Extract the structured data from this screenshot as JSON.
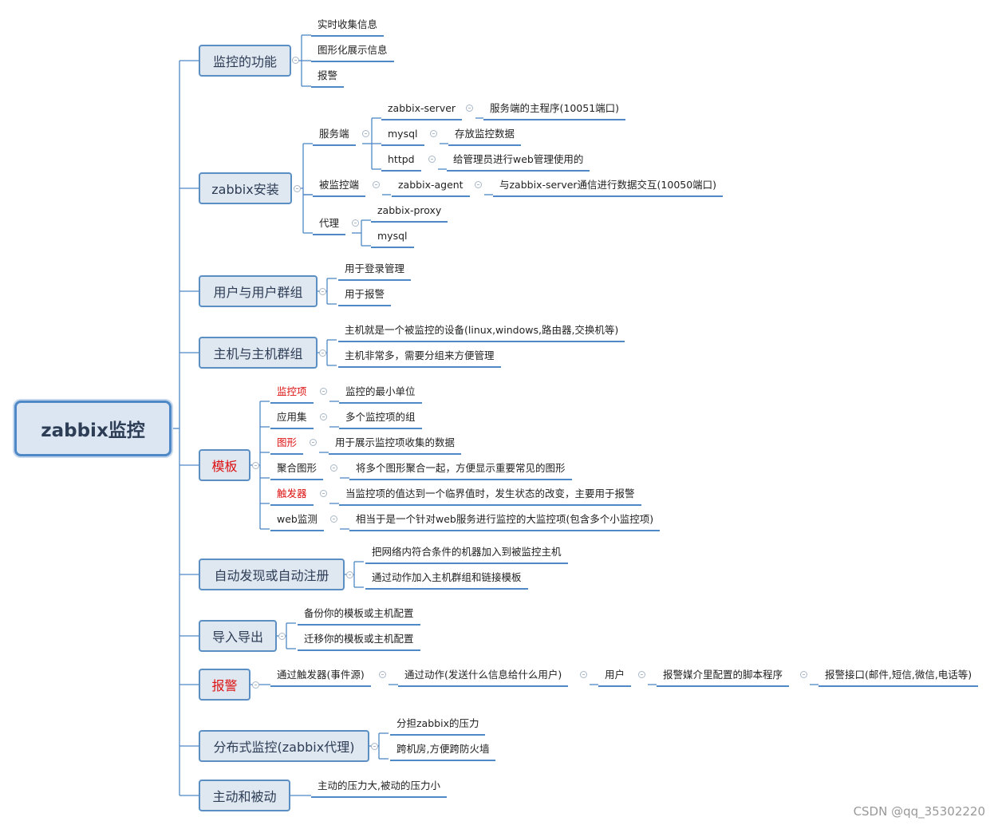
{
  "root": "zabbix监控",
  "branches": {
    "b1": {
      "label": "监控的功能",
      "children": [
        "实时收集信息",
        "图形化展示信息",
        "报警"
      ]
    },
    "b2": {
      "label": "zabbix安装",
      "server": {
        "label": "服务端",
        "items": [
          {
            "name": "zabbix-server",
            "desc": "服务端的主程序(10051端口)"
          },
          {
            "name": "mysql",
            "desc": "存放监控数据"
          },
          {
            "name": "httpd",
            "desc": "给管理员进行web管理使用的"
          }
        ]
      },
      "agent": {
        "label": "被监控端",
        "name": "zabbix-agent",
        "desc": "与zabbix-server通信进行数据交互(10050端口)"
      },
      "proxy": {
        "label": "代理",
        "items": [
          "zabbix-proxy",
          "mysql"
        ]
      }
    },
    "b3": {
      "label": "用户与用户群组",
      "children": [
        "用于登录管理",
        "用于报警"
      ]
    },
    "b4": {
      "label": "主机与主机群组",
      "children": [
        "主机就是一个被监控的设备(linux,windows,路由器,交换机等)",
        "主机非常多，需要分组来方便管理"
      ]
    },
    "b5": {
      "label": "模板",
      "items": [
        {
          "name": "监控项",
          "desc": "监控的最小单位"
        },
        {
          "name": "应用集",
          "desc": "多个监控项的组"
        },
        {
          "name": "图形",
          "desc": "用于展示监控项收集的数据"
        },
        {
          "name": "聚合图形",
          "desc": "将多个图形聚合一起，方便显示重要常见的图形"
        },
        {
          "name": "触发器",
          "desc": "当监控项的值达到一个临界值时，发生状态的改变，主要用于报警"
        },
        {
          "name": "web监测",
          "desc": "相当于是一个针对web服务进行监控的大监控项(包含多个小监控项)"
        }
      ]
    },
    "b6": {
      "label": "自动发现或自动注册",
      "children": [
        "把网络内符合条件的机器加入到被监控主机",
        "通过动作加入主机群组和链接模板"
      ]
    },
    "b7": {
      "label": "导入导出",
      "children": [
        "备份你的模板或主机配置",
        "迁移你的模板或主机配置"
      ]
    },
    "b8": {
      "label": "报警",
      "chain": [
        "通过触发器(事件源)",
        "通过动作(发送什么信息给什么用户)",
        "用户",
        "报警媒介里配置的脚本程序",
        "报警接口(邮件,短信,微信,电话等)"
      ]
    },
    "b9": {
      "label": "分布式监控(zabbix代理)",
      "children": [
        "分担zabbix的压力",
        "跨机房,方便跨防火墙"
      ]
    },
    "b10": {
      "label": "主动和被动",
      "children": [
        "主动的压力大,被动的压力小"
      ]
    }
  },
  "watermark": "CSDN @qq_35302220",
  "colors": {
    "line": "#4f88c6",
    "highlight": "#dd1111",
    "node_fill": "#dfe7f1"
  }
}
